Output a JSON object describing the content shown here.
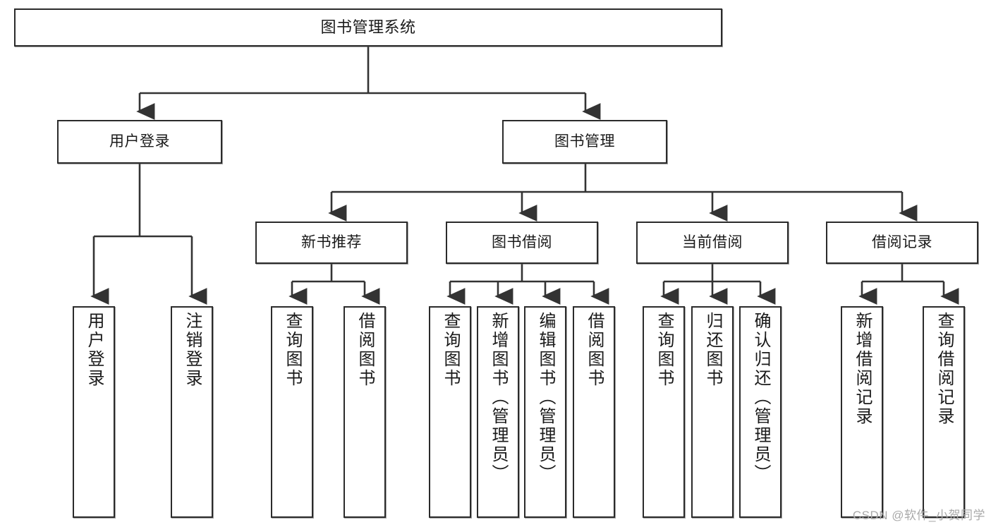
{
  "diagram": {
    "title": "图书管理系统",
    "type": "hierarchy-tree",
    "watermark": "CSDN @软件_小贺同学",
    "colors": {
      "box_border": "#2b2b2b",
      "box_fill": "#ffffff",
      "connector": "#333333",
      "text": "#1a1a1a",
      "watermark": "#a9a9a9"
    },
    "levels": {
      "root": "图书管理系统",
      "level2": [
        "用户登录",
        "图书管理"
      ],
      "level3": [
        "新书推荐",
        "图书借阅",
        "当前借阅",
        "借阅记录"
      ]
    },
    "nodes": {
      "root": {
        "label": "图书管理系统",
        "orientation": "horizontal"
      },
      "user_login": {
        "label": "用户登录",
        "orientation": "horizontal"
      },
      "book_manage": {
        "label": "图书管理",
        "orientation": "horizontal"
      },
      "new_book_rec": {
        "label": "新书推荐",
        "orientation": "horizontal"
      },
      "book_borrow": {
        "label": "图书借阅",
        "orientation": "horizontal"
      },
      "current_borrow": {
        "label": "当前借阅",
        "orientation": "horizontal"
      },
      "borrow_record": {
        "label": "借阅记录",
        "orientation": "horizontal"
      },
      "leaf_user_login": {
        "label": "用户登录",
        "orientation": "vertical"
      },
      "leaf_user_logout": {
        "label": "注销登录",
        "orientation": "vertical"
      },
      "leaf_query_book_a": {
        "label": "查询图书",
        "orientation": "vertical"
      },
      "leaf_borrow_book_a": {
        "label": "借阅图书",
        "orientation": "vertical"
      },
      "leaf_query_book_b": {
        "label": "查询图书",
        "orientation": "vertical"
      },
      "leaf_add_book": {
        "label": "新增图书（管理员）",
        "orientation": "vertical"
      },
      "leaf_edit_book": {
        "label": "编辑图书（管理员）",
        "orientation": "vertical"
      },
      "leaf_borrow_book_b": {
        "label": "借阅图书",
        "orientation": "vertical"
      },
      "leaf_query_book_c": {
        "label": "查询图书",
        "orientation": "vertical"
      },
      "leaf_return_book": {
        "label": "归还图书",
        "orientation": "vertical"
      },
      "leaf_confirm_return": {
        "label": "确认归还（管理员）",
        "orientation": "vertical"
      },
      "leaf_add_record": {
        "label": "新增借阅记录",
        "orientation": "vertical"
      },
      "leaf_query_record": {
        "label": "查询借阅记录",
        "orientation": "vertical"
      }
    },
    "edges": [
      {
        "from": "root",
        "to": "用户登录"
      },
      {
        "from": "root",
        "to": "图书管理"
      },
      {
        "from": "用户登录",
        "to": "用户登录(叶)"
      },
      {
        "from": "用户登录",
        "to": "注销登录"
      },
      {
        "from": "图书管理",
        "to": "新书推荐"
      },
      {
        "from": "图书管理",
        "to": "图书借阅"
      },
      {
        "from": "图书管理",
        "to": "当前借阅"
      },
      {
        "from": "图书管理",
        "to": "借阅记录"
      },
      {
        "from": "新书推荐",
        "to": "查询图书"
      },
      {
        "from": "新书推荐",
        "to": "借阅图书"
      },
      {
        "from": "图书借阅",
        "to": "查询图书"
      },
      {
        "from": "图书借阅",
        "to": "新增图书（管理员）"
      },
      {
        "from": "图书借阅",
        "to": "编辑图书（管理员）"
      },
      {
        "from": "图书借阅",
        "to": "借阅图书"
      },
      {
        "from": "当前借阅",
        "to": "查询图书"
      },
      {
        "from": "当前借阅",
        "to": "归还图书"
      },
      {
        "from": "当前借阅",
        "to": "确认归还（管理员）"
      },
      {
        "from": "借阅记录",
        "to": "新增借阅记录"
      },
      {
        "from": "借阅记录",
        "to": "查询借阅记录"
      }
    ]
  }
}
